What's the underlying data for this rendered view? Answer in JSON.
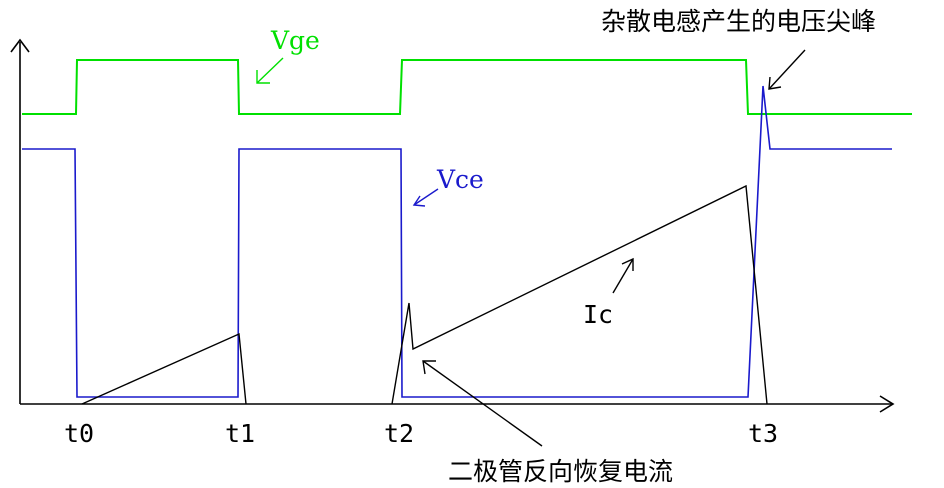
{
  "labels": {
    "vge": "Vge",
    "vce": "Vce",
    "ic": "Ic",
    "t0": "t0",
    "t1": "t1",
    "t2": "t2",
    "t3": "t3",
    "spike_note": "杂散电感产生的电压尖峰",
    "diode_note": "二极管反向恢复电流"
  },
  "colors": {
    "vge": "#00e000",
    "vce": "#1a1acc",
    "ic": "#000000",
    "axes": "#000000"
  }
}
